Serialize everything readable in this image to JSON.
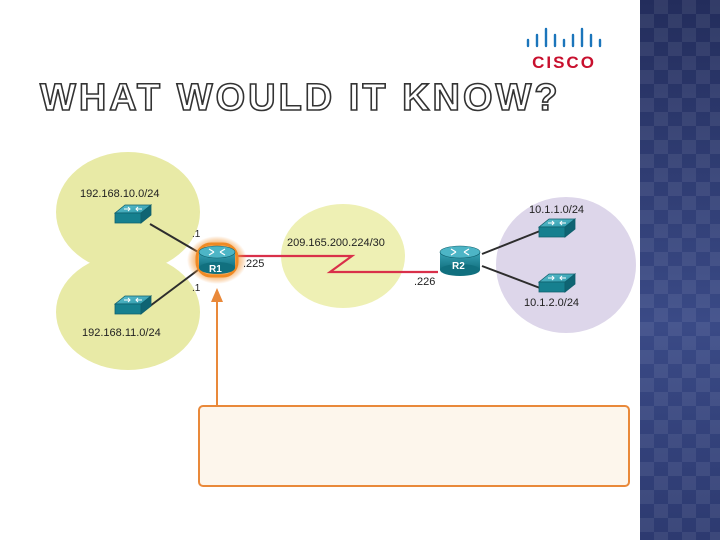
{
  "slide": {
    "title": "WHAT WOULD IT KNOW?",
    "logo_text": "CISCO"
  },
  "diagram": {
    "networks": {
      "lan_top_left": "192.168.10.0/24",
      "lan_bottom_left": "192.168.11.0/24",
      "wan_link": "209.165.200.224/30",
      "lan_top_right": "10.1.1.0/24",
      "lan_bottom_right": "10.1.2.0/24"
    },
    "routers": {
      "r1": "R1",
      "r2": "R2"
    },
    "interfaces": {
      "r1_g0": ".1",
      "r1_g1": ".1",
      "r1_s0": ".225",
      "r2_s0": ".226"
    },
    "colors": {
      "left_lan_bg": "#e8eaa6",
      "wan_bg": "#eef0b4",
      "right_lan_bg": "#ddd6ea",
      "router_highlight": "#f08a24",
      "wan_link": "#d9304a",
      "callout_border": "#e9893a"
    },
    "callout_text": ""
  }
}
